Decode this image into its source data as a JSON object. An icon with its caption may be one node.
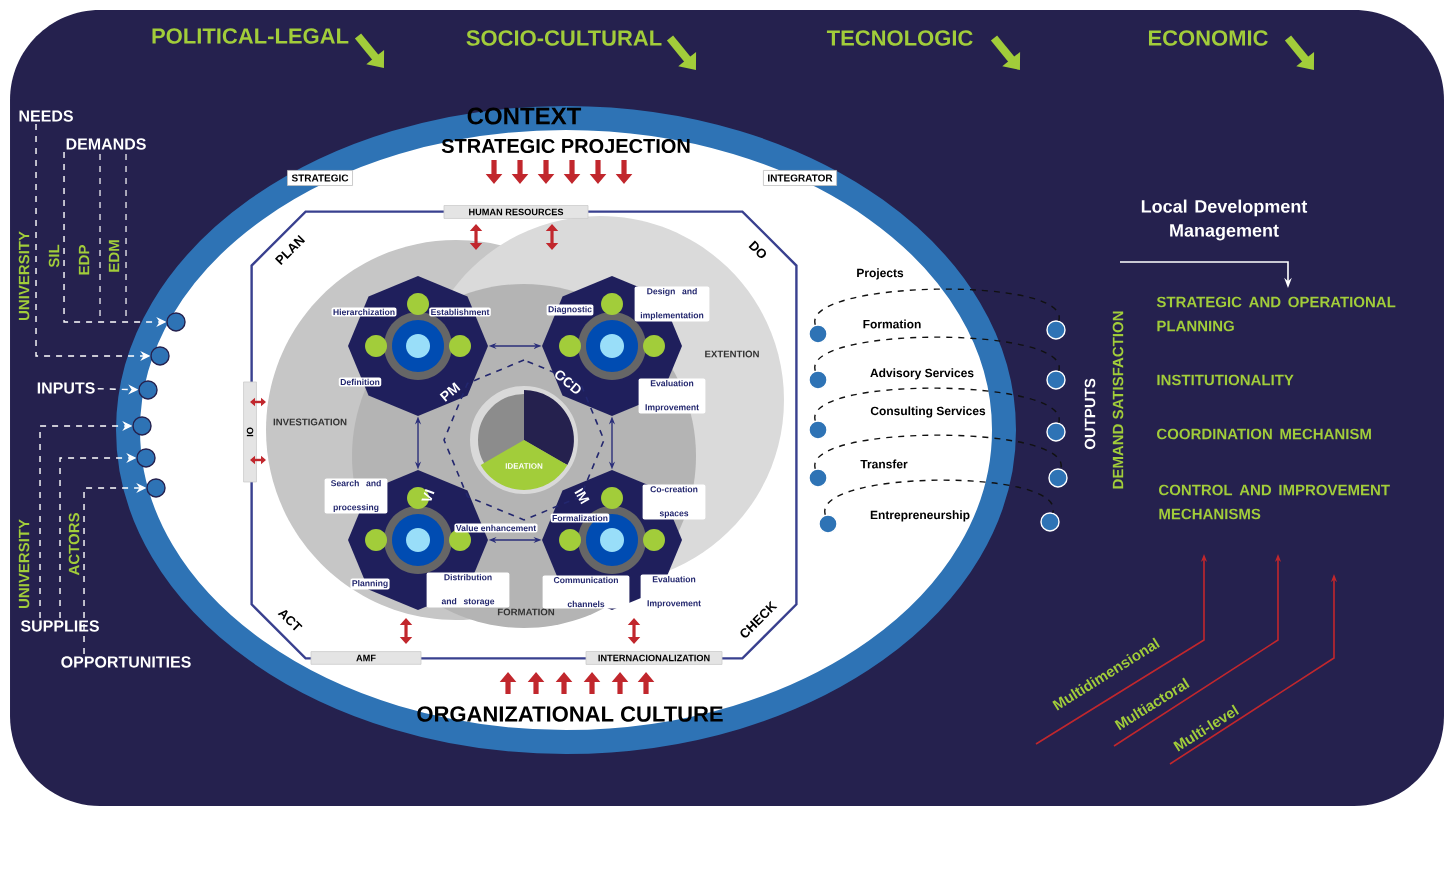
{
  "diagram": {
    "nodes": [
      {
        "text": [
          "NEEDS"
        ]
      },
      {
        "text": [
          "DEMANDS"
        ]
      },
      {
        "text": [
          "INPUTS"
        ]
      },
      {
        "text": [
          "SUPPLIES"
        ]
      },
      {
        "text": [
          "OPPORTUNITIES"
        ]
      },
      {
        "text": [],
        "shape": "circle",
        "in": 11
      },
      {
        "text": [],
        "shape": "circle",
        "in": 11
      },
      {
        "text": [],
        "shape": "circle",
        "in": 11
      },
      {
        "text": [],
        "shape": "circle",
        "in": 11
      },
      {
        "text": [],
        "shape": "circle",
        "in": 11
      },
      {
        "text": [],
        "shape": "circle",
        "in": 11
      },
      {
        "text": [
          "CONTEXT"
        ]
      },
      {
        "text": [],
        "shape": "octagon",
        "in": 11
      },
      {
        "text": [
          "HUMAN RESOURCES"
        ],
        "in": 11
      },
      {
        "text": [
          "AMF"
        ],
        "in": 11
      },
      {
        "text": [
          "INTERNACIONALIZATION"
        ],
        "in": 11
      },
      {
        "text": [
          "IO"
        ],
        "in": 11
      },
      {
        "text": [
          "PM",
          "Hierarchization",
          "Establishment",
          "Definition"
        ],
        "in": 12
      },
      {
        "text": [
          "OCD",
          "Diagnostic",
          "Design and implementation",
          "Evaluation Improvement"
        ],
        "in": 12
      },
      {
        "text": [
          "VI",
          "Search and processing",
          "Value enhancement",
          "Planning",
          "Distribution and storage"
        ],
        "in": 12
      },
      {
        "text": [
          "IM",
          "Formalization",
          "Co-creation spaces",
          "Communication channels",
          "Evaluation Improvement"
        ],
        "in": 12
      },
      {
        "text": [
          "IDEATION"
        ],
        "in": 12
      },
      {
        "text": [],
        "shape": "circle",
        "in": 11
      },
      {
        "text": [],
        "shape": "circle",
        "in": 11
      },
      {
        "text": [],
        "shape": "circle",
        "in": 11
      },
      {
        "text": [],
        "shape": "circle",
        "in": 11
      },
      {
        "text": [],
        "shape": "circle",
        "in": 11
      },
      {
        "text": [],
        "shape": "circle"
      },
      {
        "text": [],
        "shape": "circle"
      },
      {
        "text": [],
        "shape": "circle"
      },
      {
        "text": [],
        "shape": "circle"
      },
      {
        "text": [],
        "shape": "circle"
      }
    ],
    "edges": [
      {
        "from": 1,
        "to": 5,
        "arrow": "to",
        "style": "dashed"
      },
      {
        "from": 0,
        "to": 6,
        "arrow": "to",
        "style": "dashed"
      },
      {
        "from": 2,
        "to": 7,
        "arrow": "to",
        "style": "dashed"
      },
      {
        "from": 3,
        "to": 8,
        "arrow": "to",
        "style": "dashed"
      },
      {
        "from": 3,
        "to": 9,
        "arrow": "to",
        "style": "dashed"
      },
      {
        "from": 4,
        "to": 10,
        "arrow": "to",
        "style": "dashed"
      },
      {
        "from": 17,
        "to": 18,
        "arrow": "both",
        "color": "#2b2f7a"
      },
      {
        "from": 18,
        "to": 20,
        "arrow": "both",
        "color": "#2b2f7a"
      },
      {
        "from": 20,
        "to": 19,
        "arrow": "both",
        "color": "#2b2f7a"
      },
      {
        "from": 19,
        "to": 17,
        "arrow": "both",
        "color": "#2b2f7a"
      },
      {
        "from": 22,
        "to": 27,
        "arrow": "none",
        "style": "dashed",
        "color": "#111111"
      },
      {
        "from": 23,
        "to": 28,
        "arrow": "none",
        "style": "dashed",
        "color": "#111111"
      },
      {
        "from": 24,
        "to": 29,
        "arrow": "none",
        "style": "dashed",
        "color": "#111111"
      },
      {
        "from": 25,
        "to": 30,
        "arrow": "none",
        "style": "dashed",
        "color": "#111111"
      },
      {
        "from": 26,
        "to": 31,
        "arrow": "none",
        "style": "dashed",
        "color": "#111111"
      }
    ],
    "labels": [
      "POLITICAL-LEGAL",
      "SOCIO-CULTURAL",
      "TECNOLOGIC",
      "ECONOMIC",
      "UNIVERSITY",
      "SIL",
      "EDP",
      "EDM",
      "UNIVERSITY",
      "ACTORS",
      "STRATEGIC PROJECTION",
      "ORGANIZATIONAL CULTURE",
      "STRATEGIC",
      "INTEGRATOR",
      "PLAN",
      "DO",
      "ACT",
      "CHECK",
      "Projects",
      "Formation",
      "Advisory Services",
      "Consulting Services",
      "Transfer",
      "Entrepreneurship",
      "OUTPUTS",
      "DEMAND SATISFACTION",
      "Local Development Management",
      "STRATEGIC AND OPERATIONAL PLANNING",
      "INSTITUTIONALITY",
      "COORDINATION MECHANISM",
      "CONTROL AND IMPROVEMENT MECHANISMS",
      "Multidimensional",
      "Multiactoral",
      "Multi-level",
      "INVESTIGATION",
      "EXTENTION",
      "FORMATION"
    ]
  }
}
